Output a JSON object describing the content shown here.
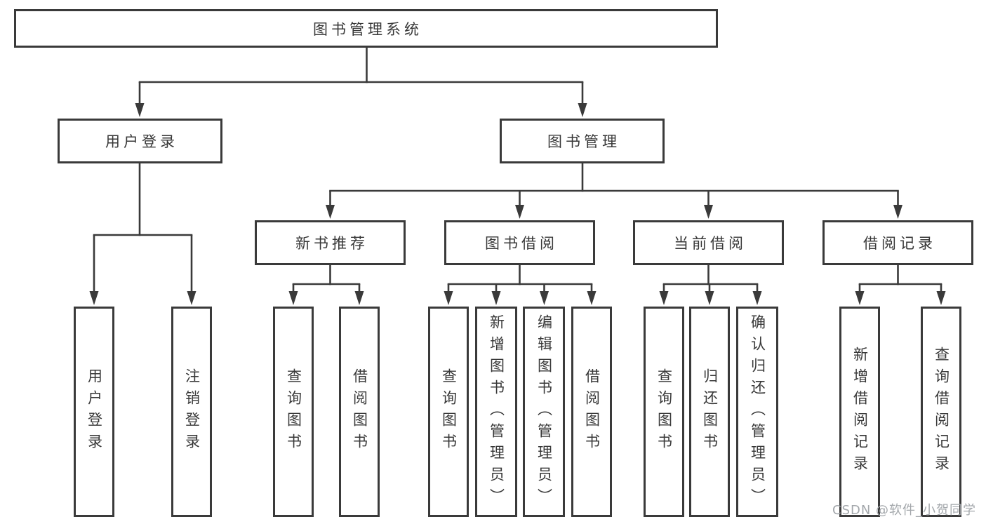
{
  "nodes": {
    "root": {
      "label": "图书管理系统"
    },
    "level2": [
      {
        "label": "用户登录"
      },
      {
        "label": "图书管理"
      }
    ],
    "level3": [
      {
        "label": "新书推荐"
      },
      {
        "label": "图书借阅"
      },
      {
        "label": "当前借阅"
      },
      {
        "label": "借阅记录"
      }
    ],
    "leaves": [
      {
        "label": "用户登录"
      },
      {
        "label": "注销登录"
      },
      {
        "label": "查询图书"
      },
      {
        "label": "借阅图书"
      },
      {
        "label": "查询图书"
      },
      {
        "label": "新增图书（管理员）"
      },
      {
        "label": "编辑图书（管理员）"
      },
      {
        "label": "借阅图书"
      },
      {
        "label": "查询图书"
      },
      {
        "label": "归还图书"
      },
      {
        "label": "确认归还（管理员）"
      },
      {
        "label": "新增借阅记录"
      },
      {
        "label": "查询借阅记录"
      }
    ]
  },
  "watermark": "CSDN @软件_小贺同学",
  "colors": {
    "line": "#3a3a3a",
    "text": "#383838",
    "watermark": "#a3a7ab",
    "background": "#ffffff"
  }
}
